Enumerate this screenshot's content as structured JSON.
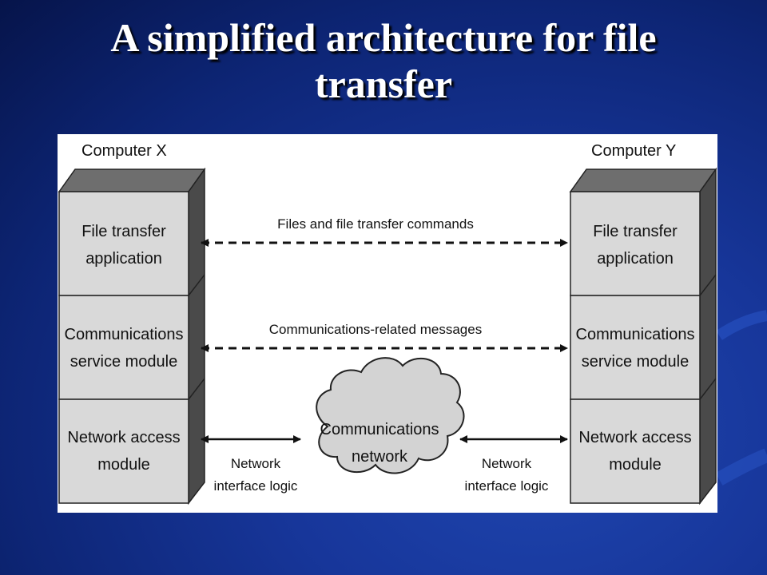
{
  "slide": {
    "title_line1": "A simplified architecture for file",
    "title_line2": "transfer"
  },
  "diagram": {
    "computer_x": {
      "label": "Computer X",
      "layers": {
        "file_transfer": [
          "File transfer",
          "application"
        ],
        "communications": [
          "Communications",
          "service module"
        ],
        "network_access": [
          "Network access",
          "module"
        ]
      }
    },
    "computer_y": {
      "label": "Computer Y",
      "layers": {
        "file_transfer": [
          "File transfer",
          "application"
        ],
        "communications": [
          "Communications",
          "service module"
        ],
        "network_access": [
          "Network access",
          "module"
        ]
      }
    },
    "top_link_label": "Files and file transfer commands",
    "middle_link_label": "Communications-related messages",
    "network": [
      "Communications",
      "network"
    ],
    "left_interface": [
      "Network",
      "interface logic"
    ],
    "right_interface": [
      "Network",
      "interface logic"
    ]
  },
  "colors": {
    "background": "#0d2575",
    "box_fill": "#d9d9d9",
    "box_top": "#707070",
    "box_side": "#505050",
    "cloud_fill": "#d3d3d3"
  }
}
